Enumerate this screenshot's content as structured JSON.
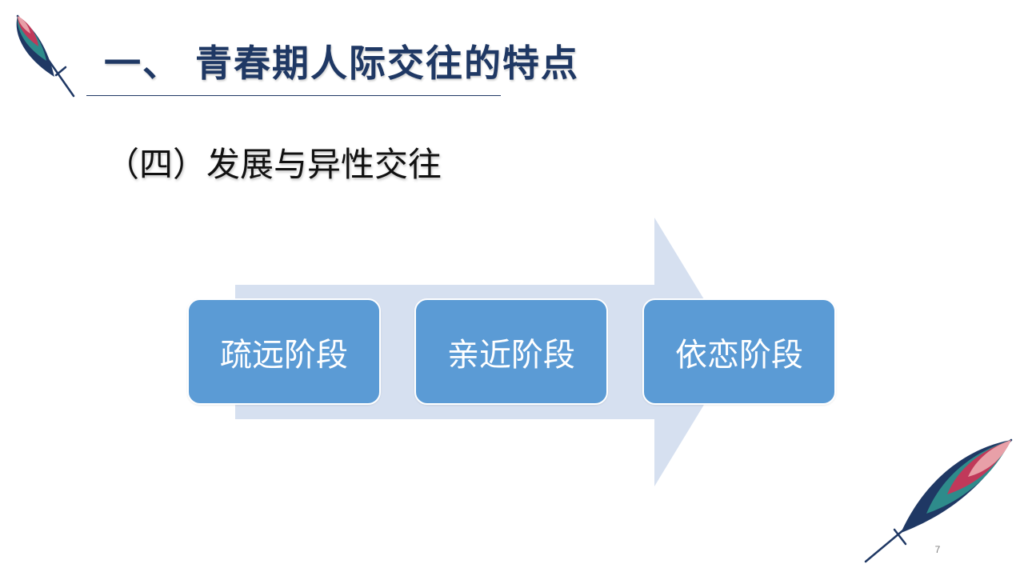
{
  "slide": {
    "title": "一、 青春期人际交往的特点",
    "subtitle": "（四）发展与异性交往",
    "page_number": "7"
  },
  "process_diagram": {
    "stages": [
      {
        "label": "疏远阶段"
      },
      {
        "label": "亲近阶段"
      },
      {
        "label": "依恋阶段"
      }
    ]
  },
  "colors": {
    "title": "#1f3864",
    "stage_fill": "#5b9bd5",
    "arrow_fill": "#d6e0f0",
    "feather_navy": "#1f3864",
    "feather_teal": "#2e8b8b",
    "feather_crimson": "#c0395a",
    "feather_pink": "#e8a0a8"
  },
  "icons": {
    "top_left": "feather-icon",
    "bottom_right": "feather-icon"
  }
}
